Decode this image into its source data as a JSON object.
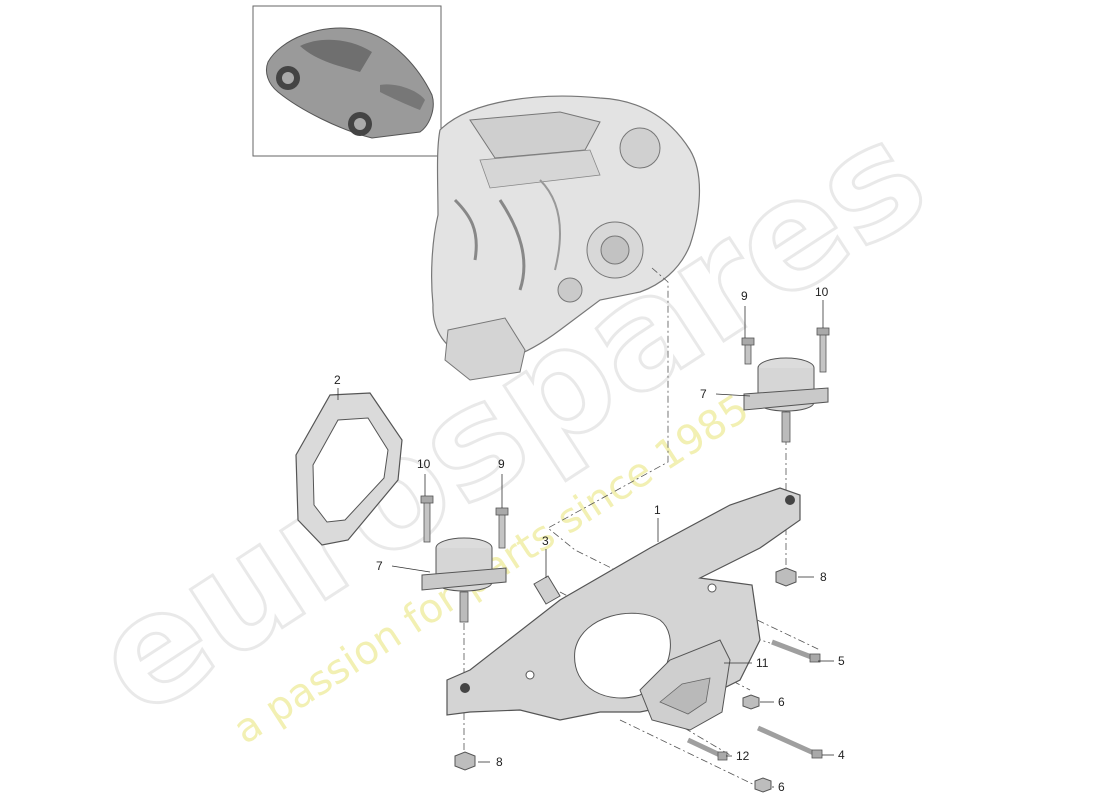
{
  "watermark": {
    "brand": "eurospares",
    "tagline": "a passion for parts since 1985"
  },
  "callouts": [
    {
      "id": "c1",
      "text": "1"
    },
    {
      "id": "c2",
      "text": "2"
    },
    {
      "id": "c3",
      "text": "3"
    },
    {
      "id": "c4",
      "text": "4"
    },
    {
      "id": "c5",
      "text": "5"
    },
    {
      "id": "c6a",
      "text": "6"
    },
    {
      "id": "c6b",
      "text": "6"
    },
    {
      "id": "c7a",
      "text": "7"
    },
    {
      "id": "c7b",
      "text": "7"
    },
    {
      "id": "c8a",
      "text": "8"
    },
    {
      "id": "c8b",
      "text": "8"
    },
    {
      "id": "c9a",
      "text": "9"
    },
    {
      "id": "c9b",
      "text": "9"
    },
    {
      "id": "c10a",
      "text": "10"
    },
    {
      "id": "c10b",
      "text": "10"
    },
    {
      "id": "c11",
      "text": "11"
    },
    {
      "id": "c12",
      "text": "12"
    }
  ],
  "colors": {
    "part_fill": "#dcdcdc",
    "part_shade": "#b9b9b9",
    "line": "#555555",
    "watermark_gray": "#d8d8d8",
    "watermark_yellow": "#eeeb9a"
  }
}
